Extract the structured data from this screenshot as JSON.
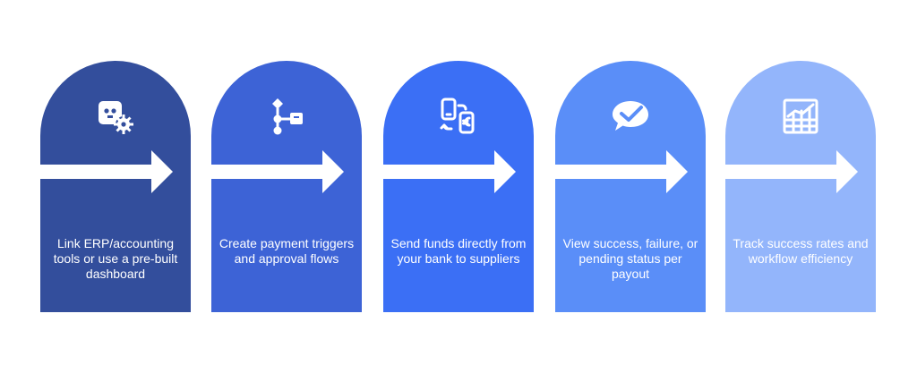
{
  "steps": [
    {
      "label": "Link ERP/accounting tools or use a pre-built dashboard",
      "color": "#334e9c",
      "icon": "connector-gear-icon"
    },
    {
      "label": "Create payment triggers and approval flows",
      "color": "#3d63d6",
      "icon": "workflow-icon"
    },
    {
      "label": "Send funds directly from your bank to suppliers",
      "color": "#3b6ff5",
      "icon": "mobile-transfer-icon"
    },
    {
      "label": "View success, failure, or pending status per payout",
      "color": "#5a8ef8",
      "icon": "checkmark-bubble-icon"
    },
    {
      "label": "Track success rates and workflow efficiency",
      "color": "#93b5fb",
      "icon": "analytics-chart-icon"
    }
  ]
}
